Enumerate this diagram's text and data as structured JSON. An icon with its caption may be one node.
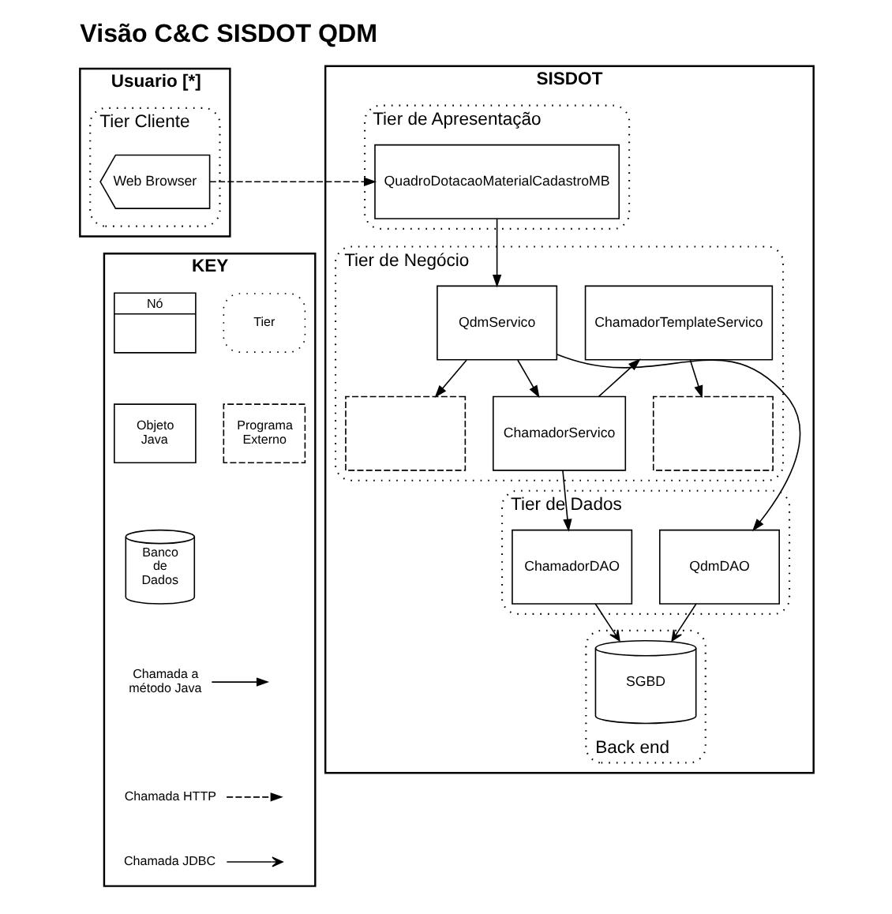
{
  "diagram": {
    "title": "Visão C&C SISDOT QDM",
    "nodes": [
      {
        "text": [
          "Usuario [*]"
        ]
      },
      {
        "text": [
          "Tier Cliente"
        ],
        "in": 0
      },
      {
        "text": [
          "Web Browser"
        ],
        "in": 1
      },
      {
        "text": [
          "KEY"
        ]
      },
      {
        "text": [
          "SISDOT"
        ]
      },
      {
        "text": [
          "Tier de Apresentação"
        ],
        "in": 4
      },
      {
        "text": [
          "QuadroDotacaoMaterialCadastroMB"
        ],
        "in": 5
      },
      {
        "text": [
          "Tier de Negócio"
        ],
        "in": 4
      },
      {
        "text": [
          "QdmServico"
        ],
        "in": 7
      },
      {
        "text": [
          "ChamadorTemplateServico"
        ],
        "in": 7
      },
      {
        "text": [],
        "shape": "box",
        "in": 7
      },
      {
        "text": [
          "ChamadorServico"
        ],
        "in": 7
      },
      {
        "text": [],
        "shape": "box",
        "in": 7
      },
      {
        "text": [
          "Tier de Dados"
        ],
        "in": 4
      },
      {
        "text": [
          "QdmDAO"
        ],
        "in": 13
      },
      {
        "text": [
          "ChamadorDAO"
        ],
        "in": 13
      },
      {
        "text": [
          "Back end"
        ],
        "in": 4
      },
      {
        "text": [
          "SGBD"
        ],
        "in": 16
      }
    ],
    "edges": [
      {
        "from": 2,
        "to": 6,
        "arrow": "to",
        "style": "dashed"
      },
      {
        "from": 6,
        "to": 8,
        "arrow": "to"
      },
      {
        "from": 8,
        "to": 10,
        "arrow": "to"
      },
      {
        "from": 8,
        "to": 11,
        "arrow": "to"
      },
      {
        "from": 11,
        "to": 9,
        "arrow": "to"
      },
      {
        "from": 9,
        "to": 12,
        "arrow": "to"
      },
      {
        "from": 8,
        "to": 14,
        "arrow": "to"
      },
      {
        "from": 11,
        "to": 15,
        "arrow": "to"
      },
      {
        "from": 14,
        "to": 17,
        "arrow": "to"
      },
      {
        "from": 15,
        "to": 17,
        "arrow": "to"
      }
    ],
    "legend": [
      {
        "text": "Nó"
      },
      {
        "text": "Tier"
      },
      {
        "text": "Objeto Java"
      },
      {
        "text": "Programa Externo"
      },
      {
        "text": "Banco de Dados"
      },
      {
        "text": "Chamada a método Java"
      },
      {
        "text": "Chamada HTTP"
      },
      {
        "text": "Chamada JDBC"
      }
    ]
  }
}
